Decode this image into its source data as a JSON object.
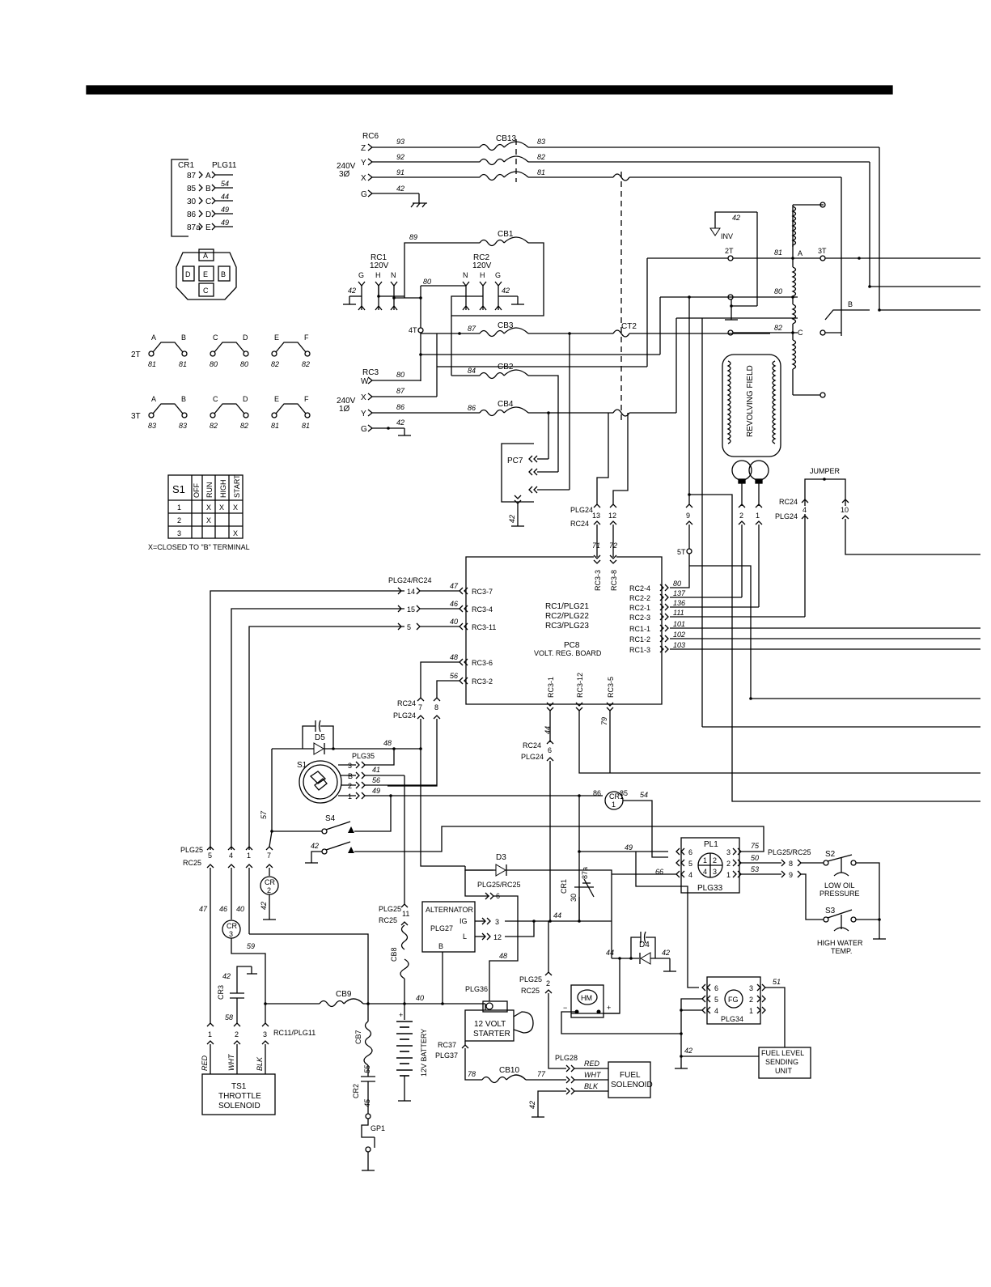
{
  "header": {},
  "cr1_relay": {
    "title": "CR1",
    "plug": "PLG11",
    "rows": [
      {
        "pin": "87",
        "socket": "A",
        "wire": ""
      },
      {
        "pin": "85",
        "socket": "B",
        "wire": "54"
      },
      {
        "pin": "30",
        "socket": "C",
        "wire": "44"
      },
      {
        "pin": "86",
        "socket": "D",
        "wire": "49"
      },
      {
        "pin": "87a",
        "socket": "E",
        "wire": "49"
      }
    ],
    "connector_letters": [
      "A",
      "D",
      "E",
      "B",
      "C"
    ]
  },
  "switch_2t": {
    "name": "2T",
    "groups": [
      {
        "a": "A",
        "b": "B",
        "wa": "81",
        "wb": "81"
      },
      {
        "a": "C",
        "b": "D",
        "wa": "80",
        "wb": "80"
      },
      {
        "a": "E",
        "b": "F",
        "wa": "82",
        "wb": "82"
      }
    ]
  },
  "switch_3t": {
    "name": "3T",
    "groups": [
      {
        "a": "A",
        "b": "B",
        "wa": "83",
        "wb": "83"
      },
      {
        "a": "C",
        "b": "D",
        "wa": "82",
        "wb": "82"
      },
      {
        "a": "E",
        "b": "F",
        "wa": "81",
        "wb": "81"
      }
    ]
  },
  "s1_table": {
    "title": "S1",
    "columns": [
      "OFF",
      "RUN",
      "HIGH",
      "START"
    ],
    "rows": [
      {
        "n": "1",
        "cells": [
          "",
          "X",
          "X",
          "X"
        ]
      },
      {
        "n": "2",
        "cells": [
          "",
          "X",
          "",
          ""
        ]
      },
      {
        "n": "3",
        "cells": [
          "",
          "",
          "",
          "X"
        ]
      }
    ],
    "note": "X=CLOSED TO \"B\" TERMINAL"
  },
  "rc6": {
    "name": "RC6",
    "voltage": "240V",
    "phase": "3Ø",
    "terms": [
      "Z",
      "Y",
      "X",
      "G"
    ],
    "wires": [
      "93",
      "92",
      "91",
      "42"
    ],
    "breaker": "CB13",
    "out": [
      "83",
      "82",
      "81"
    ]
  },
  "rc1": {
    "name": "RC1",
    "voltage": "120V",
    "terms": [
      "G",
      "H",
      "N"
    ]
  },
  "rc2": {
    "name": "RC2",
    "voltage": "120V",
    "terms": [
      "N",
      "H",
      "G"
    ]
  },
  "rc3": {
    "name": "RC3",
    "voltage": "240V",
    "phase": "1Ø",
    "terms": [
      "W",
      "X",
      "Y",
      "G"
    ],
    "wires": [
      "80",
      "87",
      "86",
      "42"
    ]
  },
  "breakers": {
    "cb1": "CB1",
    "cb2": "CB2",
    "cb3": "CB3",
    "cb4": "CB4",
    "cb8": "CB8",
    "cb9": "CB9",
    "cb10": "CB10",
    "cb7": "CB7",
    "cr2": "CR2"
  },
  "wires": {
    "w89": "89",
    "w80": "80",
    "w87": "87",
    "w84": "84",
    "w86": "86",
    "w42": "42",
    "w81": "81",
    "w82": "82",
    "w71": "71",
    "w72": "72",
    "w44": "44",
    "w79": "79",
    "w47": "47",
    "w46": "46",
    "w40": "40",
    "w48": "48",
    "w56": "56",
    "w41": "41",
    "w49": "49",
    "w57": "57",
    "w54": "54",
    "w75": "75",
    "w50": "50",
    "w53": "53",
    "w66": "66",
    "w59": "59",
    "w58": "58",
    "w55": "55",
    "w45": "45",
    "w51": "51",
    "w78": "78",
    "w77": "77",
    "w2": "2",
    "w137": "137",
    "w136": "136",
    "w111": "111",
    "w101": "101",
    "w102": "102",
    "w103": "103"
  },
  "labels": {
    "rc1_120": "RC1",
    "rc2_120": "RC2",
    "inv": "INV",
    "t2": "2T",
    "t3": "3T",
    "t4": "4T",
    "t5": "5T",
    "ct2": "CT2",
    "a": "A",
    "b": "B",
    "c": "C",
    "revolving_field": "REVOLVING FIELD",
    "jumper": "JUMPER",
    "pc7": "PC7",
    "plg24": "PLG24",
    "rc24": "RC24",
    "plg24_rc24": "PLG24/RC24",
    "n13": "13",
    "n12": "12",
    "n9": "9",
    "n2": "2",
    "n1": "1",
    "n4": "4",
    "n10": "10",
    "rc3_3": "RC3-3",
    "rc3_8": "RC3-8",
    "rc3_7": "RC3-7",
    "rc3_4": "RC3-4",
    "rc3_11": "RC3-11",
    "rc3_6": "RC3-6",
    "rc3_2": "RC3-2",
    "rc3_1": "RC3-1",
    "rc3_12": "RC3-12",
    "rc3_5": "RC3-5",
    "rc2_4": "RC2-4",
    "rc2_2": "RC2-2",
    "rc2_1": "RC2-1",
    "rc2_3": "RC2-3",
    "rc1_1": "RC1-1",
    "rc1_2": "RC1-2",
    "rc1_3": "RC1-3",
    "board_1": "RC1/PLG21",
    "board_2": "RC2/PLG22",
    "board_3": "RC3/PLG23",
    "board_4": "PC8",
    "board_5": "VOLT. REG. BOARD",
    "n14": "14",
    "n15": "15",
    "n5": "5",
    "n7": "7",
    "n8": "8",
    "n6": "6",
    "n3": "3",
    "n11": "11",
    "d5": "D5",
    "s1": "S1",
    "plg35": "PLG35",
    "p3": "3",
    "pB": "B",
    "p2": "2",
    "p1": "1",
    "s4": "S4",
    "cr1": "CR1",
    "n86": "86",
    "n85": "85",
    "cr2": "CR",
    "cr2n": "2",
    "cr3": "CR",
    "cr3n": "3",
    "cr3b": "CR3",
    "plg25": "PLG25",
    "rc25": "RC25",
    "plg25_rc25": "PLG25/RC25",
    "d3": "D3",
    "n87a": "87a",
    "n30": "30",
    "pl1": "PL1",
    "plg33": "PLG33",
    "p6": "6",
    "p5": "5",
    "p4": "4",
    "pin1": "1",
    "pin2": "2",
    "pin3": "3",
    "pin4": "4",
    "s2": "S2",
    "low_oil": "LOW OIL",
    "pressure": "PRESSURE",
    "s3": "S3",
    "high_water": "HIGH WATER",
    "temp": "TEMP.",
    "alt": "ALTERNATOR",
    "plg27": "PLG27",
    "ig": "IG",
    "l": "L",
    "alt_b": "B",
    "d4": "D4",
    "hm": "HM",
    "minus": "−",
    "plus": "+",
    "plg36": "PLG36",
    "starter1": "12 VOLT",
    "starter2": "STARTER",
    "fg": "FG",
    "plg34": "PLG34",
    "fuel_lvl1": "FUEL LEVEL",
    "fuel_lvl2": "SENDING",
    "fuel_lvl3": "UNIT",
    "battery": "12V BATTERY",
    "rc11": "RC11/PLG11",
    "rc37": "RC37",
    "plg37": "PLG37",
    "plg28": "PLG28",
    "red": "RED",
    "wht": "WHT",
    "blk": "BLK",
    "fuel_sol1": "FUEL",
    "fuel_sol2": "SOLENOID",
    "ts1": "TS1",
    "ts1b": "THROTTLE",
    "ts1c": "SOLENOID",
    "gp1": "GP1",
    "n12p": "12"
  }
}
